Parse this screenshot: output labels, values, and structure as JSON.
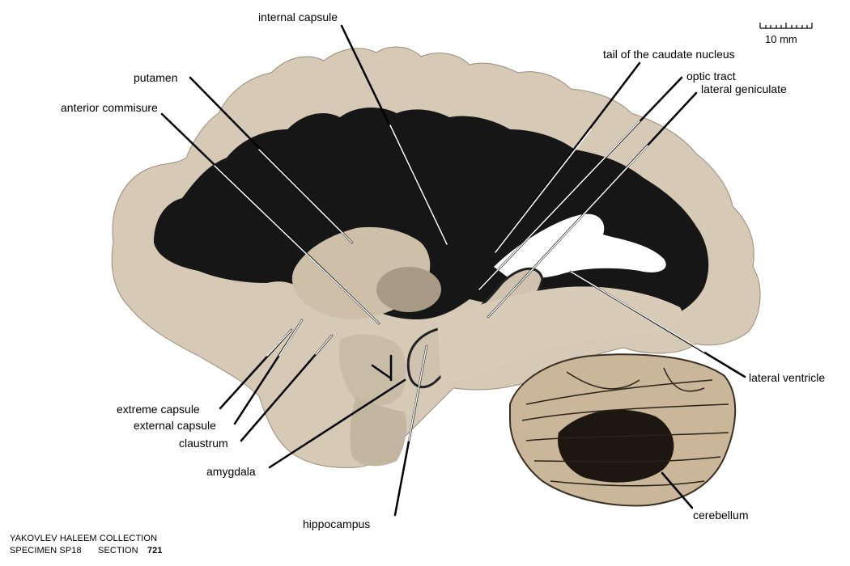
{
  "scale_bar": {
    "label": "10 mm"
  },
  "labels": {
    "internal_capsule": "internal capsule",
    "tail_caudate": "tail of the caudate nucleus",
    "putamen": "putamen",
    "optic_tract": "optic tract",
    "lateral_geniculate": "lateral geniculate",
    "anterior_commisure": "anterior commisure",
    "lateral_ventricle": "lateral ventricle",
    "extreme_capsule": "extreme capsule",
    "external_capsule": "external capsule",
    "claustrum": "claustrum",
    "amygdala": "amygdala",
    "hippocampus": "hippocampus",
    "cerebellum": "cerebellum"
  },
  "footer": {
    "collection": "YAKOVLEV HALEEM COLLECTION",
    "specimen": "SPECIMEN SP18",
    "section_label": "SECTION",
    "section_number": "721"
  },
  "colors": {
    "gray_matter": "#d8cbb8",
    "white_matter": "#141414",
    "cerebellum_tan": "#cbb89a",
    "background": "#ffffff",
    "leader_line": "#000000"
  }
}
